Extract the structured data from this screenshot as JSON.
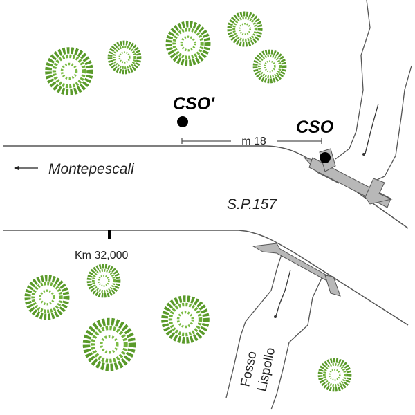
{
  "labels": {
    "cso_prime": "CSO'",
    "cso": "CSO",
    "distance": "m 18",
    "town": "Montepescali",
    "road": "S.P.157",
    "km_marker": "Km 32,000",
    "stream_line1": "Fosso",
    "stream_line2": "Lispollo"
  },
  "colors": {
    "tree": "#5a9a2a",
    "bridge": "#b8b8b8",
    "line": "#555555"
  },
  "icons": [
    "tree-icon",
    "point-marker-icon",
    "arrow-left-icon",
    "flow-arrow-icon",
    "bridge-icon",
    "km-post-icon"
  ]
}
